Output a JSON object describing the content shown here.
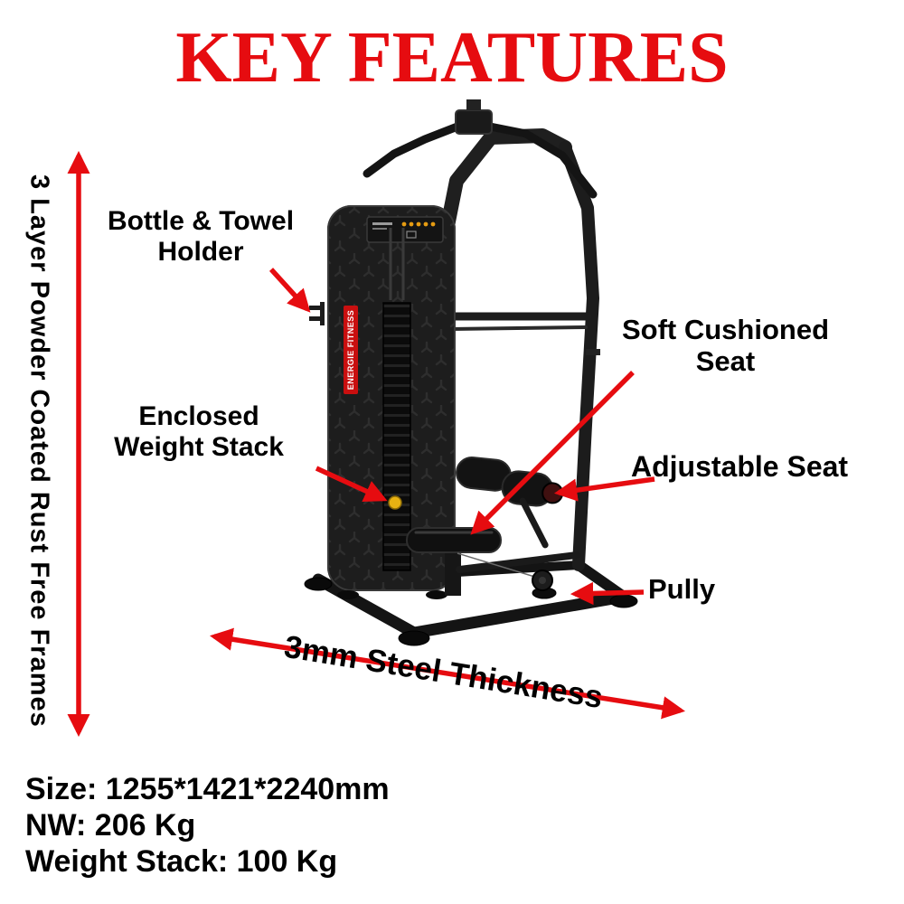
{
  "title": "KEY FEATURES",
  "colors": {
    "accent_red": "#e60c10",
    "text_black": "#000000",
    "machine_dark": "#1d1d1d",
    "weight_pin_yellow": "#e8b212",
    "brand_strip_red": "#c90f0f"
  },
  "left_feature": {
    "label": "3 Layer Powder Coated Rust Free Frames"
  },
  "bottom_feature": {
    "label": "3mm Steel Thickness"
  },
  "callouts": {
    "bottle": {
      "line1": "Bottle & Towel",
      "line2": "Holder"
    },
    "weight_stack": {
      "line1": "Enclosed",
      "line2": "Weight Stack"
    },
    "seat_cushion": {
      "line1": "Soft Cushioned",
      "line2": "Seat"
    },
    "adjustable_seat": {
      "label": "Adjustable Seat"
    },
    "pulley": {
      "label": "Pully"
    }
  },
  "specs": {
    "size": "Size: 1255*1421*2240mm",
    "net_weight": "NW: 206 Kg",
    "weight_stack": "Weight Stack: 100 Kg"
  },
  "machine": {
    "brand_label": "ENERGIE FITNESS"
  }
}
